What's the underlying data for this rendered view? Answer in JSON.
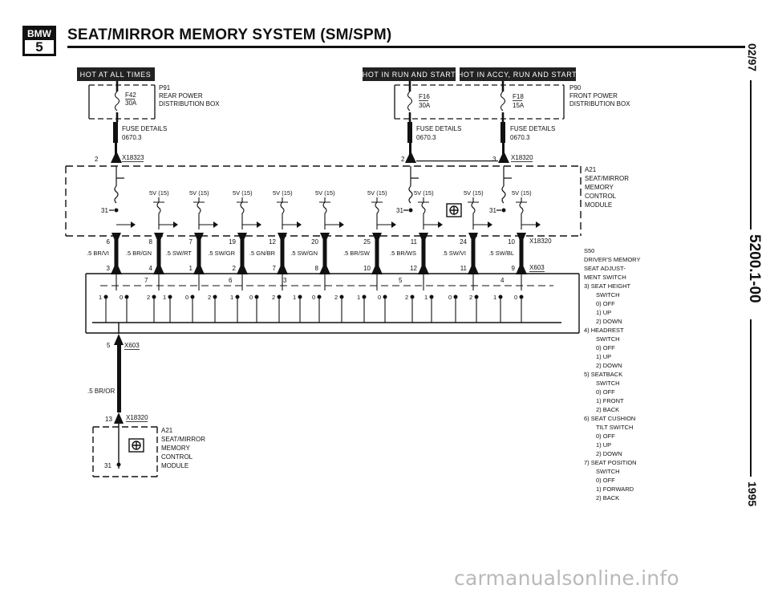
{
  "header": {
    "logo_top": "BMW",
    "logo_bottom": "5",
    "title": "SEAT/MIRROR MEMORY SYSTEM (SM/SPM)"
  },
  "side": {
    "date": "02/97",
    "doc_number": "5200.1-00",
    "year": "1995"
  },
  "banners": {
    "hot_at_all_times": "HOT AT ALL TIMES",
    "hot_in_run_and_start": "HOT IN RUN AND START",
    "hot_in_accy_run_and_start": "HOT IN ACCY, RUN AND START"
  },
  "fuses": {
    "f42": {
      "name": "F42",
      "rating": "30A"
    },
    "f16": {
      "name": "F16",
      "rating": "30A"
    },
    "f18": {
      "name": "F18",
      "rating": "15A"
    }
  },
  "boxes": {
    "p91": [
      "P91",
      "REAR POWER",
      "DISTRIBUTION BOX"
    ],
    "p90": [
      "P90",
      "FRONT POWER",
      "DISTRIBUTION BOX"
    ]
  },
  "fuse_details": {
    "label": "FUSE DETAILS",
    "left": "0670.3",
    "mid": "0670.3",
    "right": "0670.3"
  },
  "connectors": {
    "x18323": "X18323",
    "x18320": "X18320",
    "x603": "X603"
  },
  "module": [
    "A21",
    "SEAT/MIRROR",
    "MEMORY",
    "CONTROL",
    "MODULE"
  ],
  "supply_label": "5V (15)",
  "ground_label": "31",
  "wires": {
    "bottom_pins": [
      "3",
      "4",
      "1",
      "2",
      "7",
      "8",
      "10",
      "12",
      "11",
      "9"
    ],
    "top_pins": [
      "6",
      "8",
      "7",
      "19",
      "12",
      "20",
      "25",
      "11",
      "24",
      "10"
    ],
    "colors": [
      ".5 BR/VI",
      ".5 BR/GN",
      ".5 SW/RT",
      ".5 SW/GR",
      ".5 GN/BR",
      ".5 SW/GN",
      ".5 BR/SW",
      ".5 BR/WS",
      ".5 SW/VI",
      ".5 SW/BL"
    ],
    "pin_numbers": {
      "two": "2",
      "three": "3",
      "five": "5",
      "thirteen": "13"
    },
    "ground_wire": ".5 BR/OR"
  },
  "switch_groups": [
    "7",
    "6",
    "3",
    "5",
    "4"
  ],
  "switch_positions": [
    "1",
    "0",
    "2"
  ],
  "legend": {
    "header": [
      "S50",
      "DRIVER'S MEMORY",
      "SEAT ADJUST-",
      "MENT SWITCH"
    ],
    "lines": [
      "3)  SEAT HEIGHT",
      "SWITCH",
      "0) OFF",
      "1) UP",
      "2) DOWN",
      "4)  HEADREST",
      "SWITCH",
      "0) OFF",
      "1) UP",
      "2) DOWN",
      "5)  SEATBACK",
      "SWITCH",
      "0) OFF",
      "1) FRONT",
      "2) BACK",
      "6)  SEAT CUSHION",
      "TILT SWITCH",
      "0) OFF",
      "1) UP",
      "2) DOWN",
      "7)  SEAT POSITION",
      "SWITCH",
      "0) OFF",
      "1) FORWARD",
      "2) BACK"
    ]
  },
  "watermark": "carmanualsonline.info",
  "colors": {
    "ink": "#111111",
    "banner": "#222222",
    "watermark": "#b9b9b9"
  }
}
